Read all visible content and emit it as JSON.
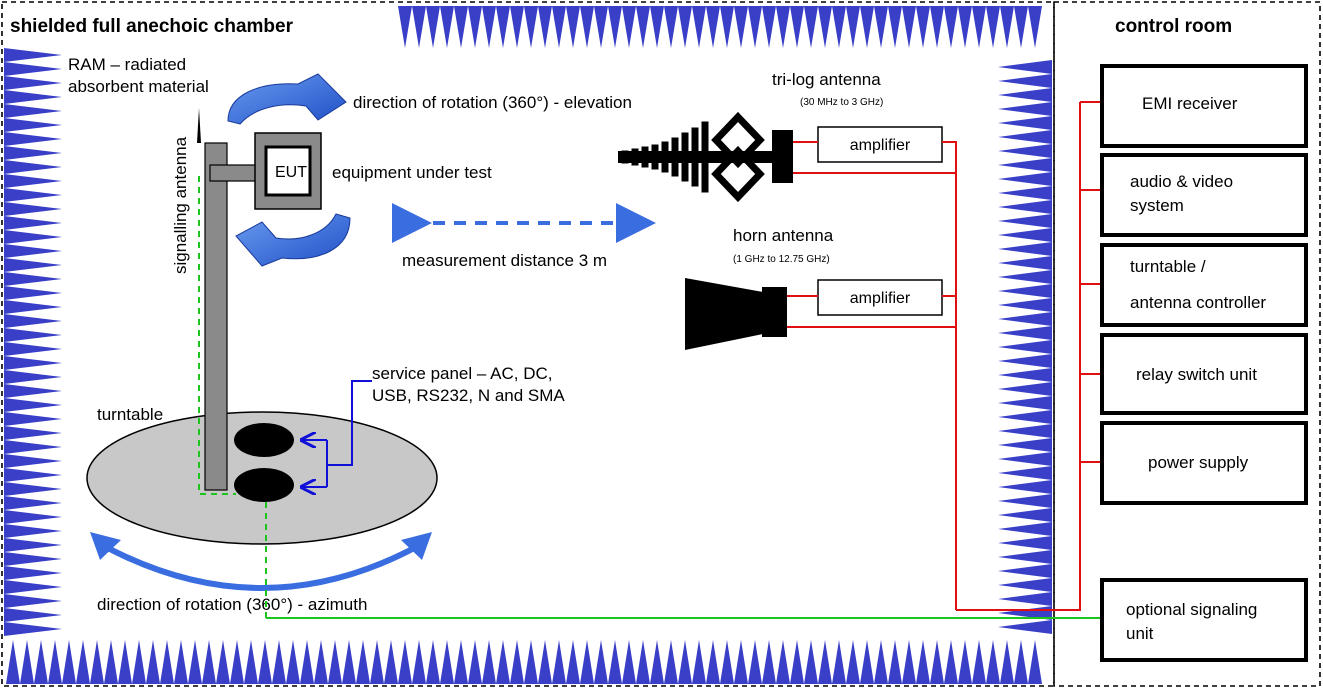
{
  "chamber": {
    "title": "shielded full anechoic chamber",
    "ram_label_line1": "RAM – radiated",
    "ram_label_line2": "absorbent material"
  },
  "control_room": {
    "title": "control room",
    "boxes": [
      {
        "lines": [
          "EMI receiver"
        ]
      },
      {
        "lines": [
          "audio & video",
          "system"
        ]
      },
      {
        "lines": [
          "turntable /",
          "antenna controller"
        ]
      },
      {
        "lines": [
          "relay switch unit"
        ]
      },
      {
        "lines": [
          "power supply"
        ]
      }
    ],
    "optional_box": {
      "lines": [
        "optional signaling",
        "unit"
      ]
    }
  },
  "labels": {
    "elevation_rotation": "direction of rotation (360°) - elevation",
    "eut": "EUT",
    "eut_desc": "equipment under test",
    "signalling_antenna": "signalling antenna",
    "measurement_distance": "measurement distance 3 m",
    "service_panel_line1": "service panel – AC, DC,",
    "service_panel_line2": "USB, RS232, N and SMA",
    "turntable": "turntable",
    "azimuth_rotation": "direction of rotation (360°) - azimuth"
  },
  "antennas": {
    "trilog_name": "tri-log antenna",
    "trilog_range": "(30 MHz to 3 GHz)",
    "horn_name": "horn antenna",
    "horn_range": "(1 GHz to 12.75 GHz)",
    "amplifier_label": "amplifier"
  },
  "colors": {
    "absorber": "#3a3fc8",
    "cable_red": "#e01010",
    "cable_green": "#1ec41e",
    "panel_blue": "#1010d8",
    "arrow_blue": "#3a6ee0",
    "turntable_gray": "#c8c8c8",
    "mast_gray": "#8a8a8a"
  }
}
